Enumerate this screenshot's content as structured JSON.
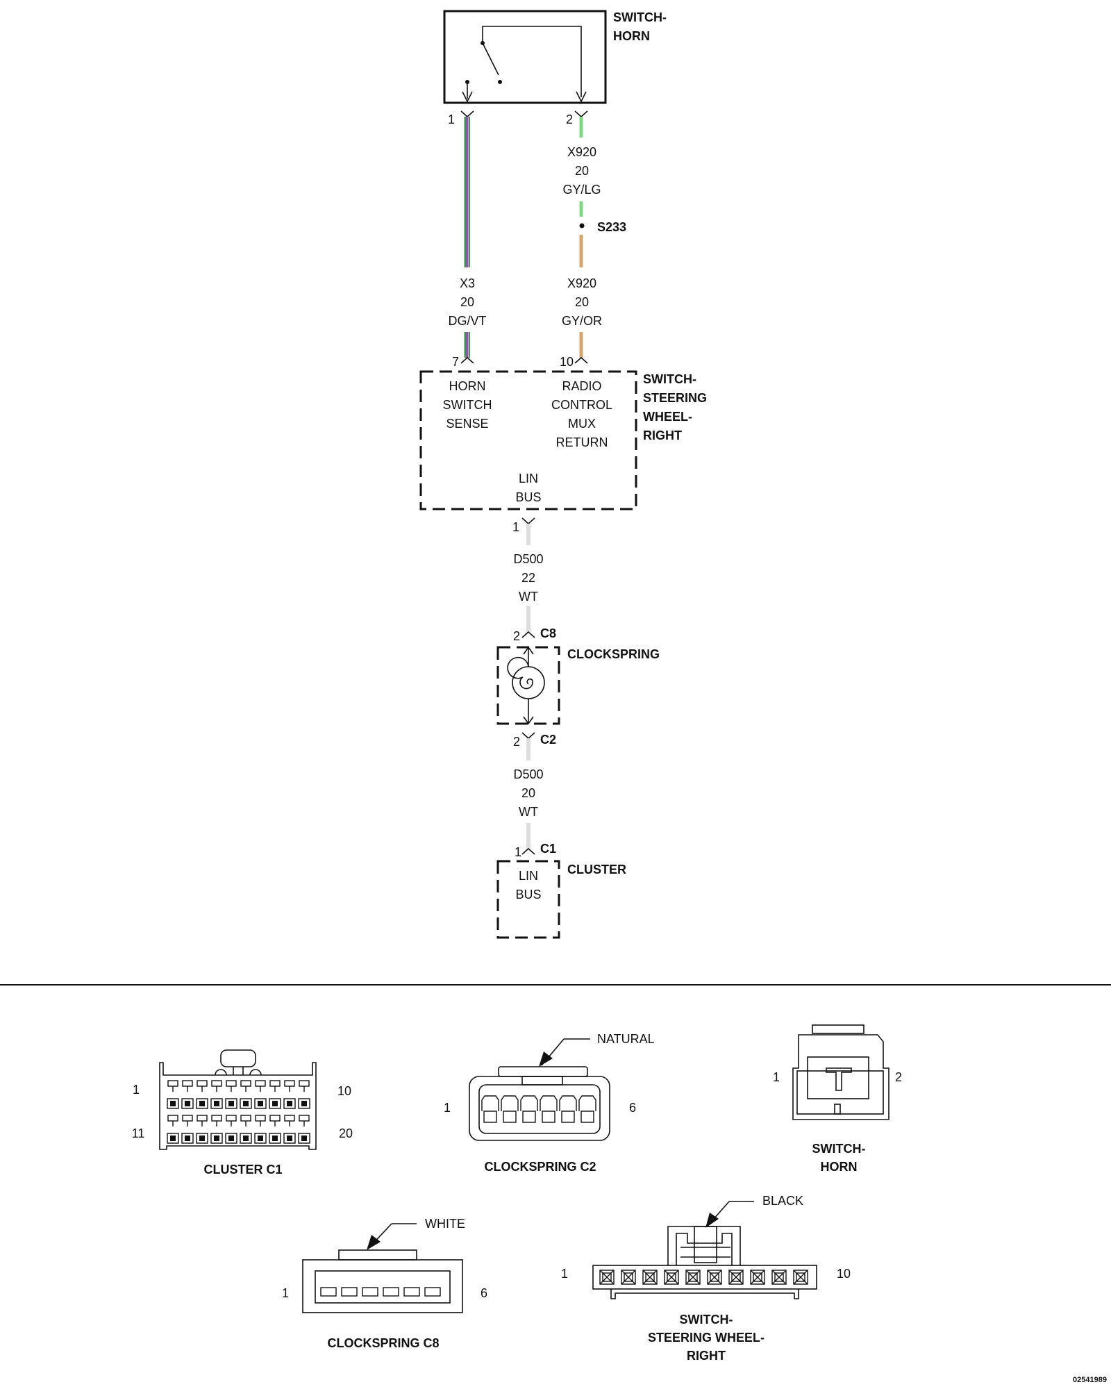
{
  "colors": {
    "line": "#111111",
    "wire_dg": "#2e9e4a",
    "wire_vt": "#b040c0",
    "wire_gy": "#b8b8b8",
    "wire_lg": "#7ed97e",
    "wire_or": "#d9a36a",
    "wire_wt": "#dddddd"
  },
  "switch_horn": {
    "title_1": "SWITCH-",
    "title_2": "HORN",
    "pin_1": "1",
    "pin_2": "2"
  },
  "wire_x3": {
    "code": "X3",
    "gauge": "20",
    "color": "DG/VT"
  },
  "wire_x920_top": {
    "code": "X920",
    "gauge": "20",
    "color": "GY/LG"
  },
  "splice": {
    "label": "S233"
  },
  "wire_x920_bottom": {
    "code": "X920",
    "gauge": "20",
    "color": "GY/OR"
  },
  "sw_right": {
    "title_1": "SWITCH-",
    "title_2": "STEERING",
    "title_3": "WHEEL-",
    "title_4": "RIGHT",
    "pin_7": "7",
    "pin_10": "10",
    "pin_1": "1",
    "horn_1": "HORN",
    "horn_2": "SWITCH",
    "horn_3": "SENSE",
    "radio_1": "RADIO",
    "radio_2": "CONTROL",
    "radio_3": "MUX",
    "radio_4": "RETURN",
    "lin_1": "LIN",
    "lin_2": "BUS"
  },
  "wire_d500_top": {
    "code": "D500",
    "gauge": "22",
    "color": "WT"
  },
  "clockspring": {
    "title": "CLOCKSPRING",
    "pin_top": "2",
    "conn_top": "C8",
    "pin_bottom": "2",
    "conn_bottom": "C2"
  },
  "wire_d500_bottom": {
    "code": "D500",
    "gauge": "20",
    "color": "WT"
  },
  "cluster": {
    "title": "CLUSTER",
    "pin": "1",
    "conn": "C1",
    "lin_1": "LIN",
    "lin_2": "BUS"
  },
  "connector_views": {
    "cluster_c1": {
      "title": "CLUSTER C1",
      "pin_tl": "1",
      "pin_tr": "10",
      "pin_bl": "11",
      "pin_br": "20"
    },
    "clockspring_c2": {
      "title": "CLOCKSPRING C2",
      "pin_l": "1",
      "pin_r": "6",
      "color_tag": "NATURAL"
    },
    "switch_horn": {
      "title_1": "SWITCH-",
      "title_2": "HORN",
      "pin_l": "1",
      "pin_r": "2"
    },
    "clockspring_c8": {
      "title": "CLOCKSPRING C8",
      "pin_l": "1",
      "pin_r": "6",
      "color_tag": "WHITE"
    },
    "switch_right": {
      "title_1": "SWITCH-",
      "title_2": "STEERING WHEEL-",
      "title_3": "RIGHT",
      "pin_l": "1",
      "pin_r": "10",
      "color_tag": "BLACK"
    }
  },
  "figure_id": "02541989"
}
